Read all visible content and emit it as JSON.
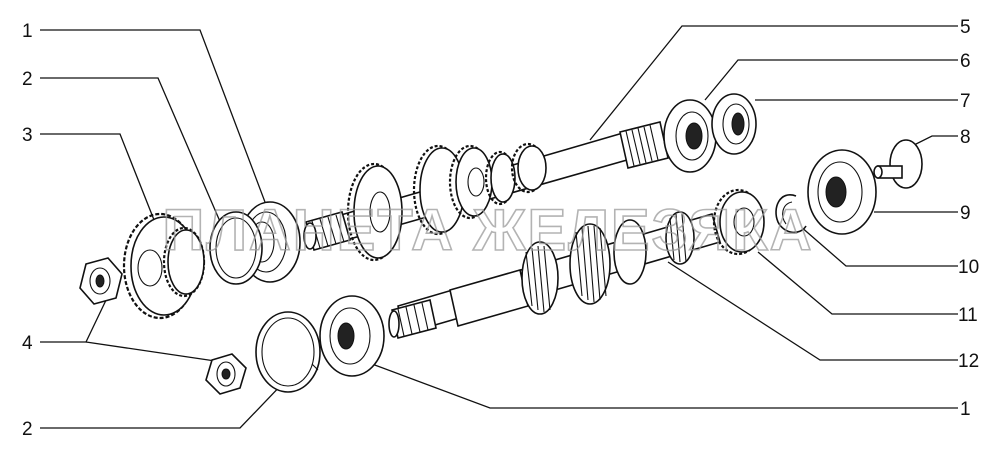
{
  "watermark": "ПЛАНЕТА ЖЕЛЕЗЯКА",
  "callouts": [
    {
      "id": "label-1-top",
      "text": "1"
    },
    {
      "id": "label-2-top",
      "text": "2"
    },
    {
      "id": "label-3",
      "text": "3"
    },
    {
      "id": "label-4",
      "text": "4"
    },
    {
      "id": "label-2-bottom",
      "text": "2"
    },
    {
      "id": "label-5",
      "text": "5"
    },
    {
      "id": "label-6",
      "text": "6"
    },
    {
      "id": "label-7",
      "text": "7"
    },
    {
      "id": "label-8",
      "text": "8"
    },
    {
      "id": "label-9",
      "text": "9"
    },
    {
      "id": "label-10",
      "text": "10"
    },
    {
      "id": "label-11",
      "text": "11"
    },
    {
      "id": "label-12",
      "text": "12"
    },
    {
      "id": "label-1-bottom",
      "text": "1"
    }
  ]
}
